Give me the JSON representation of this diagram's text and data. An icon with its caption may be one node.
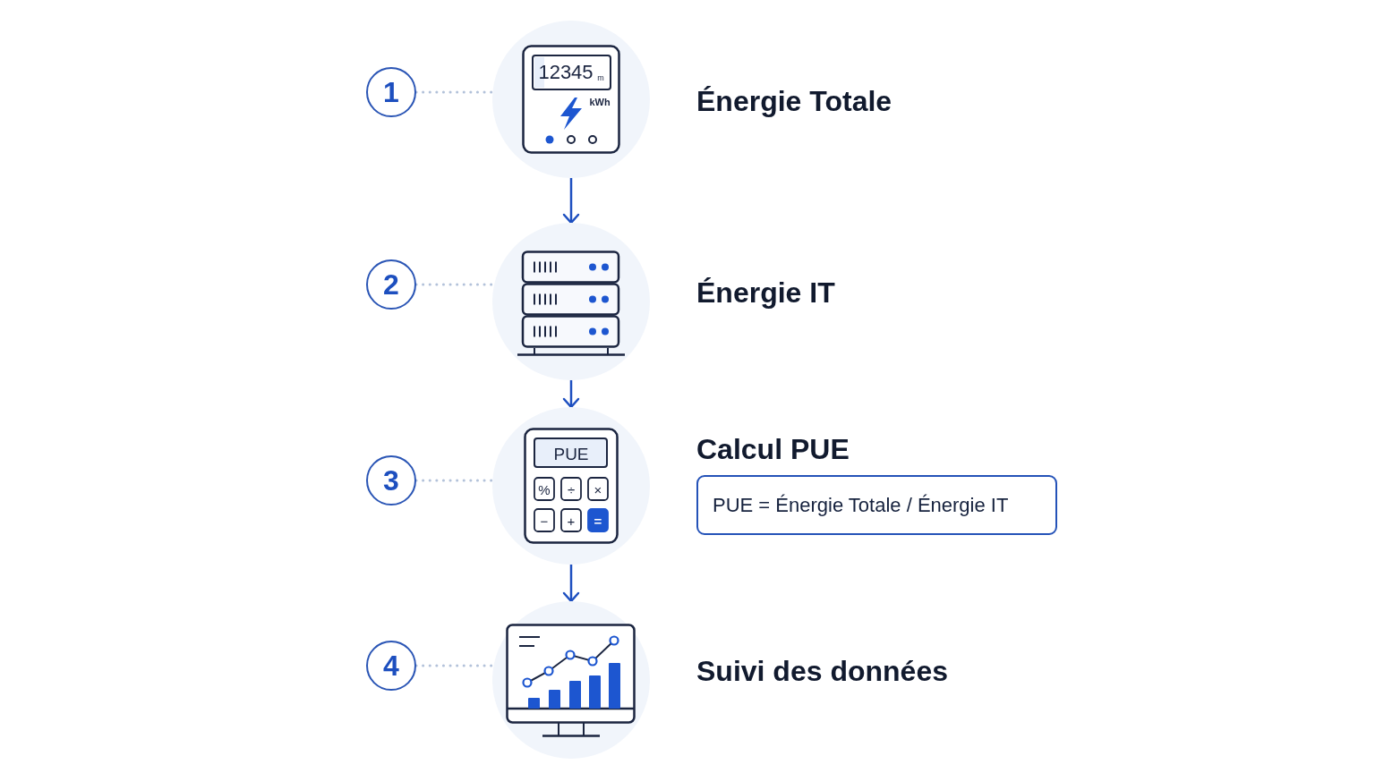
{
  "diagram": {
    "nodes": [
      {
        "text": [
          "1"
        ]
      },
      {
        "text": [
          "12345",
          "m",
          "kWh"
        ],
        "beside": [
          "Énergie Totale"
        ]
      },
      {
        "text": [
          "2"
        ]
      },
      {
        "text": [],
        "shape": "picture",
        "beside": [
          "Énergie IT"
        ]
      },
      {
        "text": [
          "3"
        ]
      },
      {
        "text": [
          "PUE",
          "%",
          "÷",
          "×",
          "−",
          "+",
          "="
        ]
      },
      {
        "text": [
          "PUE = Énergie Totale / Énergie IT"
        ],
        "beside": [
          "Calcul PUE"
        ]
      },
      {
        "text": [
          "4"
        ]
      },
      {
        "text": [],
        "shape": "picture",
        "beside": [
          "Suivi des données"
        ]
      }
    ],
    "edges": [
      {
        "from": 0,
        "to": 1,
        "arrow": "none",
        "style": "dashed"
      },
      {
        "from": 1,
        "to": 3,
        "arrow": "to",
        "color": "#1d4fc0"
      },
      {
        "from": 2,
        "to": 3,
        "arrow": "none",
        "style": "dashed"
      },
      {
        "from": 3,
        "to": 5,
        "arrow": "to",
        "color": "#1d4fc0"
      },
      {
        "from": 4,
        "to": 5,
        "arrow": "none",
        "style": "dashed"
      },
      {
        "from": 5,
        "to": 8,
        "arrow": "to",
        "color": "#1d4fc0"
      },
      {
        "from": 7,
        "to": 8,
        "arrow": "none",
        "style": "dashed"
      }
    ]
  }
}
